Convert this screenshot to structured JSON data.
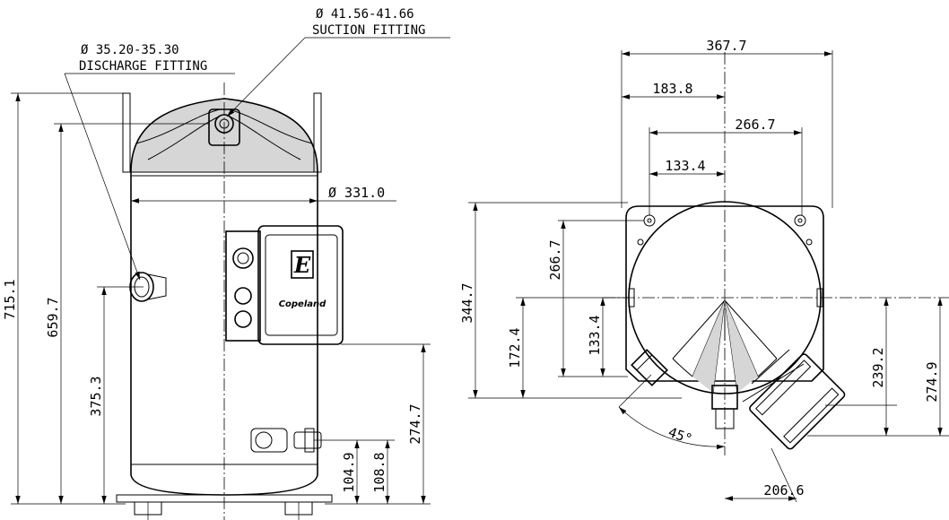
{
  "callouts": {
    "suction_dia": "Ø 41.56-41.66",
    "suction_name": "SUCTION FITTING",
    "discharge_dia": "Ø 35.20-35.30",
    "discharge_name": "DISCHARGE FITTING",
    "body_dia": "Ø 331.0"
  },
  "front_view": {
    "height_total": "715.1",
    "height_discharge": "659.7",
    "height_suction_port": "375.3",
    "height_terminal_box": "274.7",
    "height_oil_port": "104.9",
    "height_sight": "108.8"
  },
  "top_view": {
    "width_total": "367.7",
    "offset_center": "183.8",
    "mount_spacing": "266.7",
    "mount_half": "133.4",
    "depth_total": "344.7",
    "depth_mount": "266.7",
    "depth_half": "172.4",
    "depth_mount_half": "133.4",
    "right_239": "239.2",
    "right_274": "274.9",
    "bottom_206": "206.6",
    "angle": "45°"
  },
  "logo": {
    "brand": "Copeland"
  }
}
